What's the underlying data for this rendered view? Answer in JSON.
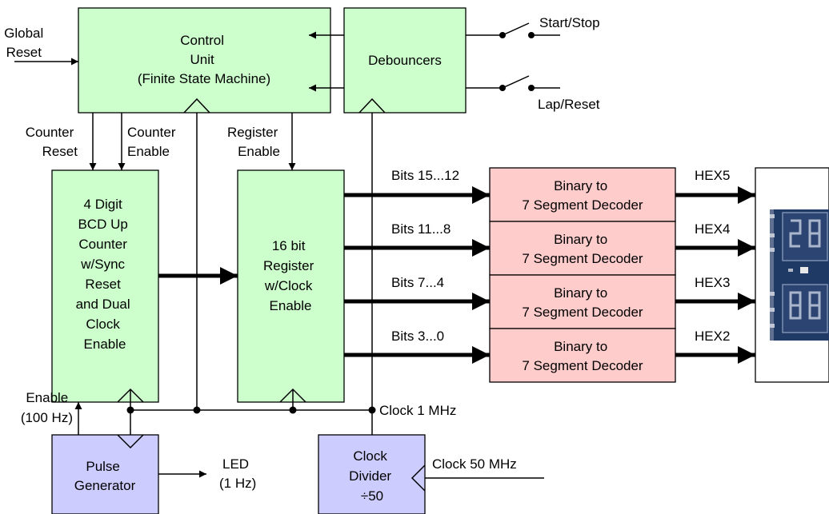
{
  "colors": {
    "green_block": "#ccffcc",
    "red_block": "#ffcccc",
    "blue_block": "#ccccff",
    "line": "#000000"
  },
  "blocks": {
    "control_unit": [
      "Control",
      "Unit",
      "(Finite State Machine)"
    ],
    "debouncers": [
      "Debouncers"
    ],
    "bcd_counter": [
      "4 Digit",
      "BCD Up",
      "Counter",
      "w/Sync",
      "Reset",
      "and Dual",
      "Clock",
      "Enable"
    ],
    "register": [
      "16 bit",
      "Register",
      "w/Clock",
      "Enable"
    ],
    "decoder": [
      "Binary to",
      "7 Segment Decoder"
    ],
    "pulse_generator": [
      "Pulse",
      "Generator"
    ],
    "clock_divider": [
      "Clock",
      "Divider",
      "÷50"
    ]
  },
  "labels": {
    "global_reset": [
      "Global",
      "Reset"
    ],
    "start_stop": "Start/Stop",
    "lap_reset": "Lap/Reset",
    "counter_reset": [
      "Counter",
      "Reset"
    ],
    "counter_enable": [
      "Counter",
      "Enable"
    ],
    "register_enable": [
      "Register",
      "Enable"
    ],
    "enable_100hz": [
      "Enable",
      "(100 Hz)"
    ],
    "led": [
      "LED",
      "(1 Hz)"
    ],
    "clock_1mhz": "Clock 1 MHz",
    "clock_50mhz": "Clock 50 MHz"
  },
  "bits": [
    "Bits 15...12",
    "Bits 11...8",
    "Bits 7...4",
    "Bits 3...0"
  ],
  "hex": [
    "HEX5",
    "HEX4",
    "HEX3",
    "HEX2"
  ],
  "icons": {
    "display": "seven-segment-display-photo",
    "switch": "switch-icon"
  }
}
